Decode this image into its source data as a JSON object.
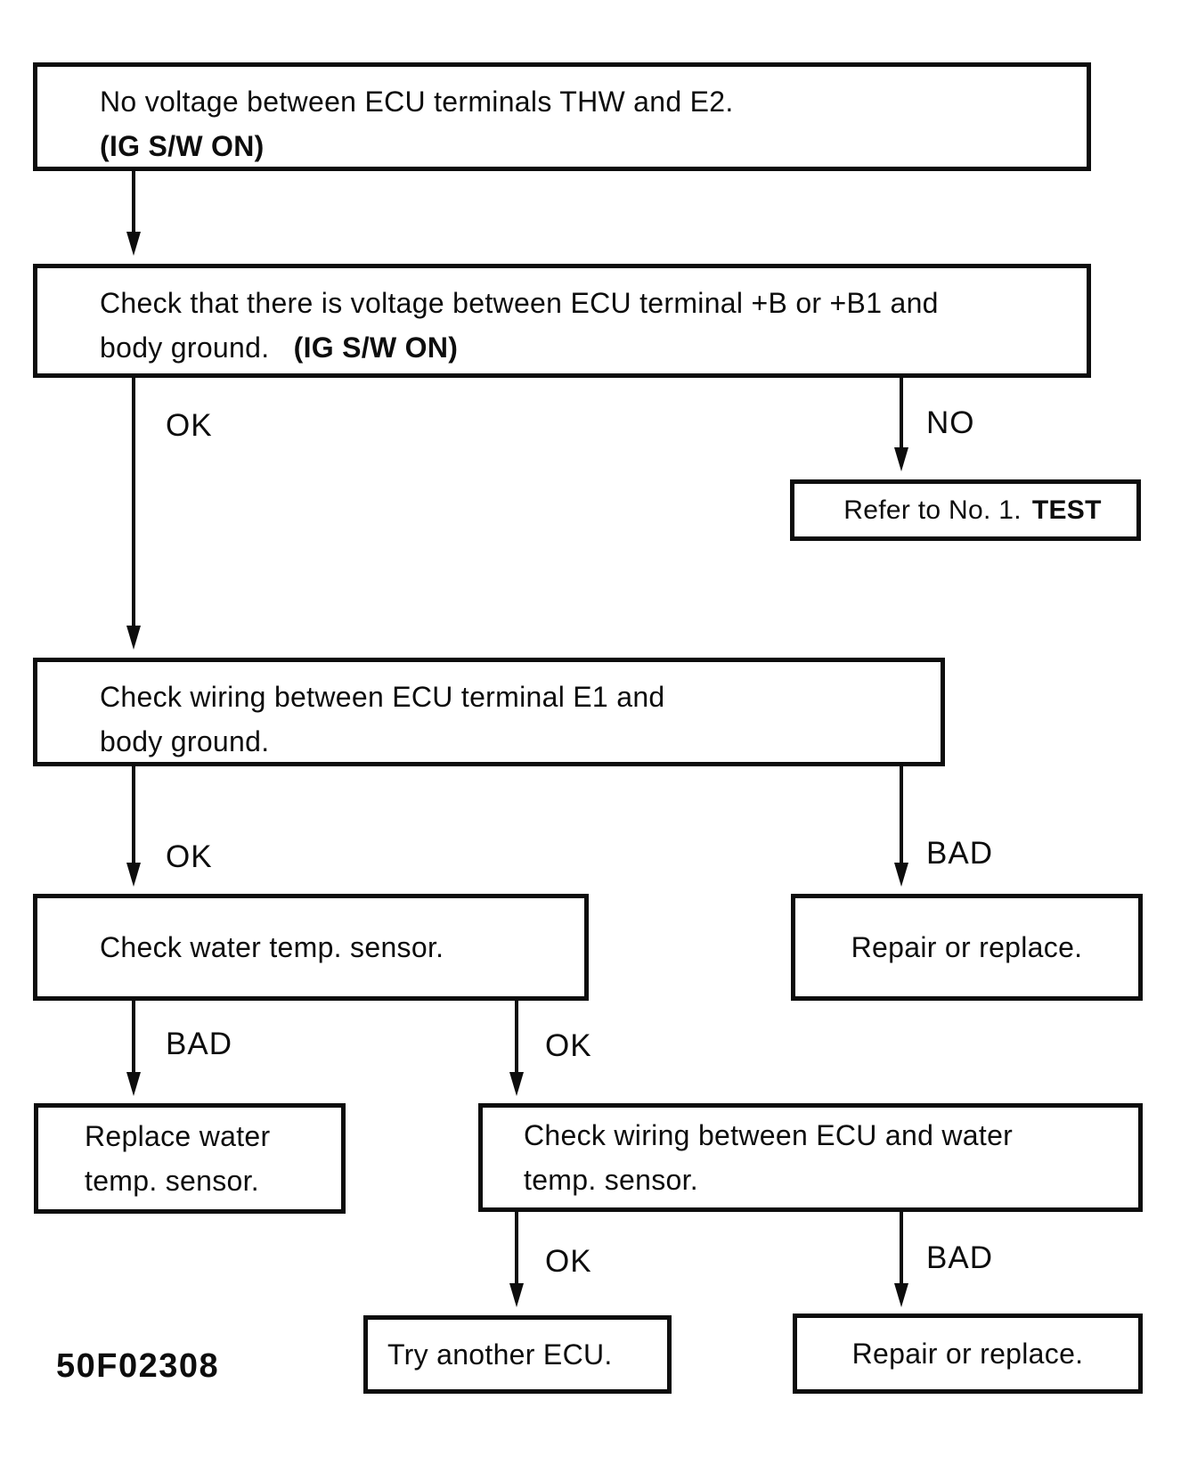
{
  "colors": {
    "ink": "#0d0d0d",
    "paper": "#ffffff"
  },
  "flowchart": {
    "figure_code": "50F02308",
    "boxes": {
      "start": {
        "line1": "No voltage between ECU terminals THW and E2.",
        "line2_bold": "(IG S/W ON)"
      },
      "check_voltage": {
        "line1": "Check that there is voltage between ECU terminal +B or +B1 and",
        "line2": "body ground.",
        "line2_bold": "(IG S/W ON)"
      },
      "refer_test": {
        "text": "Refer to No. 1.",
        "text_bold": "TEST"
      },
      "check_wiring_e1": {
        "line1": "Check wiring between ECU terminal E1 and",
        "line2": "body ground."
      },
      "check_water_sensor": {
        "text": "Check water temp. sensor."
      },
      "repair_replace_1": {
        "text": "Repair or replace."
      },
      "replace_water_sensor": {
        "line1": "Replace water",
        "line2": "temp. sensor."
      },
      "check_wiring_ecu_water": {
        "line1": "Check wiring between ECU and water",
        "line2": "temp. sensor."
      },
      "try_another_ecu": {
        "text": "Try another ECU."
      },
      "repair_replace_2": {
        "text": "Repair or replace."
      }
    },
    "branch_labels": {
      "ok1": "OK",
      "no1": "NO",
      "ok2": "OK",
      "bad1": "BAD",
      "bad2": "BAD",
      "ok3": "OK",
      "ok4": "OK",
      "bad3": "BAD"
    }
  }
}
